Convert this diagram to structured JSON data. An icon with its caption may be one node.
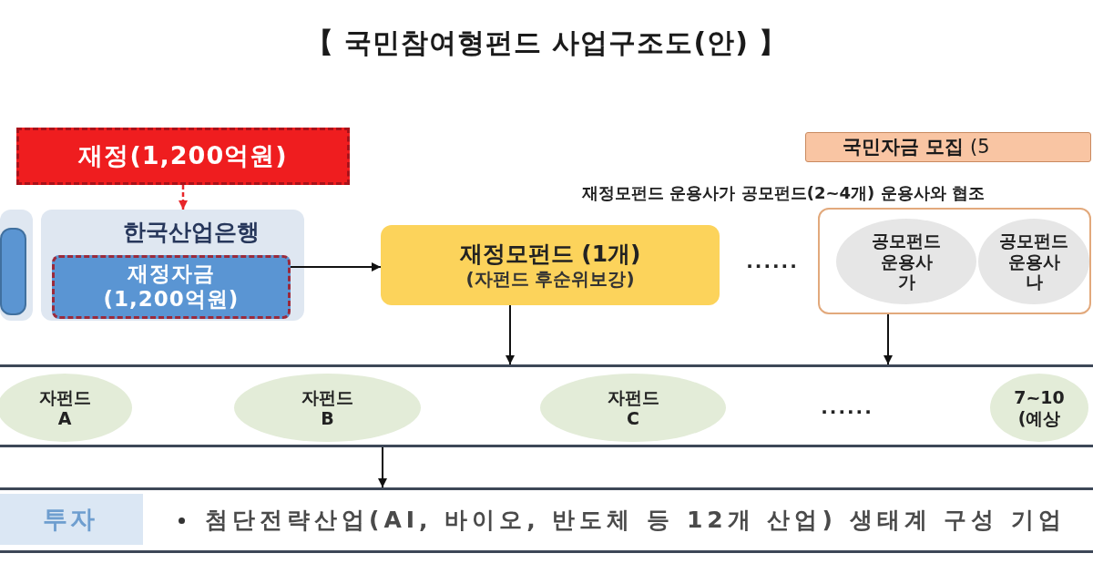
{
  "diagram": {
    "title": "【 국민참여형펀드 사업구조도(안) 】",
    "nodes": [
      {
        "text": [
          "재정(1,200억원)"
        ]
      },
      {
        "text": [
          "**국민자금 모집** (5"
        ]
      },
      {
        "text": [],
        "shape": "box"
      },
      {
        "text": [],
        "shape": "box",
        "in": 2
      },
      {
        "text": [
          "한국산업은행"
        ]
      },
      {
        "text": [
          "재정자금 (1,200억원)"
        ],
        "in": 4
      },
      {
        "text": [
          "재정모펀드 (1개)",
          "(자펀드 후순위보강)"
        ]
      },
      {
        "text": [],
        "shape": "box"
      },
      {
        "text": [
          "공모펀드 운용사 가"
        ],
        "in": 7
      },
      {
        "text": [
          "공모펀드 운용사 나"
        ],
        "in": 7
      },
      {
        "text": [],
        "shape": "band"
      },
      {
        "text": [
          "자펀드 A"
        ],
        "in": 10
      },
      {
        "text": [
          "자펀드 B"
        ],
        "in": 10
      },
      {
        "text": [
          "자펀드 C"
        ],
        "in": 10
      },
      {
        "text": [
          "7~10 (예상"
        ],
        "in": 10
      },
      {
        "text": [
          "첨단전략산업(AI, 바이오, 반도체 등 12개 산업) 생태계 구성 기업"
        ]
      },
      {
        "text": [
          "투자"
        ],
        "in": 15
      }
    ],
    "edges": [
      {
        "from": 0,
        "to": 4,
        "arrow": "to",
        "style": "dashed",
        "color": "#e8262a"
      },
      {
        "from": 5,
        "to": 6,
        "arrow": "to"
      },
      {
        "from": 6,
        "to": 10,
        "arrow": "to"
      },
      {
        "from": 7,
        "to": 10,
        "arrow": "to"
      },
      {
        "from": 10,
        "to": 15,
        "arrow": "to"
      }
    ],
    "labels": [
      "재정모펀드 운용사가 공모펀드(2~4개) 운용사와 협조",
      "......",
      "......"
    ]
  }
}
